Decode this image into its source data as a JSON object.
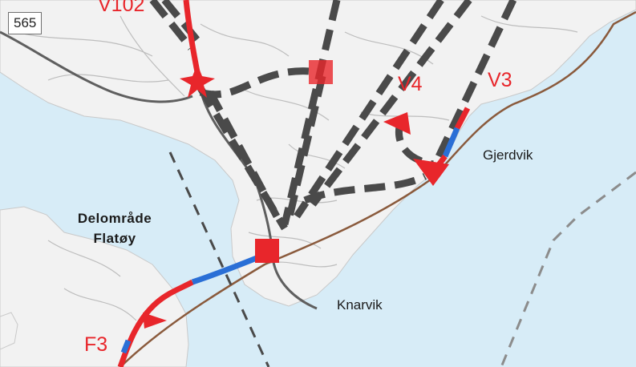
{
  "page_number": "565",
  "labels": {
    "route_v102": "V102",
    "route_v4": "V4",
    "route_v3": "V3",
    "route_f3": "F3",
    "place_gjerdvik": "Gjerdvik",
    "place_knarvik": "Knarvik",
    "area_line1": "Delområde",
    "area_line2": "Flatøy"
  },
  "colors": {
    "sea": "#d7ecf7",
    "land": "#f2f2f2",
    "route_red": "#e8262b",
    "route_blue": "#2a6fd6",
    "alt_dashed": "#4a4a4a",
    "road_brown": "#8a5a3c"
  }
}
